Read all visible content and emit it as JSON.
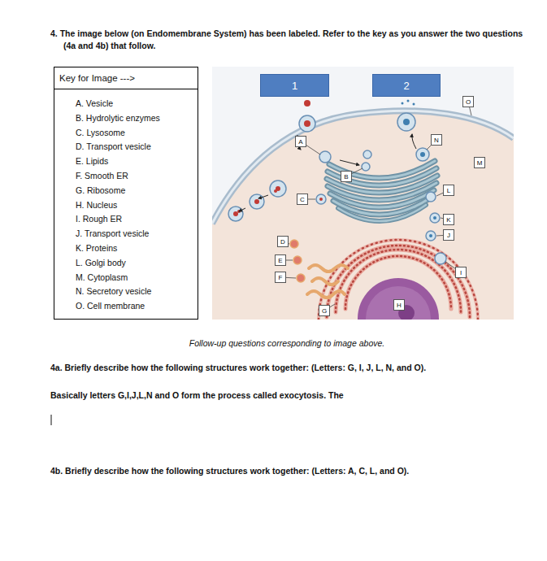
{
  "diagram": {
    "title": "4. The image below (on Endomembrane System) has been labeled. Refer to the key as you answer the two questions (4a and 4b) that follow.",
    "caption": "Follow-up questions corresponding to image above.",
    "nodes": [
      {
        "text": [
          "Key for Image --->",
          "A. Vesicle",
          "B. Hydrolytic enzymes",
          "C. Lysosome",
          "D. Transport vesicle",
          "E. Lipids",
          "F. Smooth ER",
          "G. Ribosome",
          "H. Nucleus",
          "I. Rough ER",
          "J. Transport vesicle",
          "K. Proteins",
          "L. Golgi body",
          "M. Cytoplasm",
          "N. Secretory vesicle",
          "O. Cell membrane"
        ]
      },
      {
        "text": [
          "1"
        ]
      },
      {
        "text": [
          "2"
        ]
      },
      {
        "text": [
          "O"
        ]
      },
      {
        "text": [
          "N"
        ]
      },
      {
        "text": [
          "A"
        ]
      },
      {
        "text": [
          "M"
        ]
      },
      {
        "text": [
          "B"
        ]
      },
      {
        "text": [
          "L"
        ]
      },
      {
        "text": [
          "C"
        ]
      },
      {
        "text": [
          "K"
        ]
      },
      {
        "text": [
          "J"
        ]
      },
      {
        "text": [
          "D"
        ]
      },
      {
        "text": [
          "E"
        ]
      },
      {
        "text": [
          "I"
        ]
      },
      {
        "text": [
          "F"
        ]
      },
      {
        "text": [
          "H"
        ]
      },
      {
        "text": [
          "G"
        ]
      }
    ],
    "labels": [
      "4a. Briefly describe how the following structures work together: (Letters: G, I, J, L, N, and O).",
      "Basically letters G,I,J,L,N and O form the process called exocytosis. The",
      "4b. Briefly describe how the following structures work together: (Letters: A, C, L, and O)."
    ]
  }
}
